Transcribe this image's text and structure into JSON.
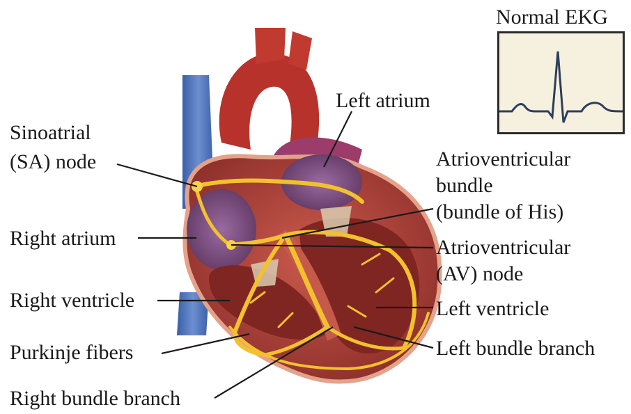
{
  "ekg": {
    "title": "Normal EKG"
  },
  "labels": {
    "left_atrium": "Left atrium",
    "sa_node_line1": "Sinoatrial",
    "sa_node_line2": "(SA) node",
    "av_bundle_line1": "Atrioventricular",
    "av_bundle_line2": "bundle",
    "av_bundle_line3": "(bundle of His)",
    "right_atrium": "Right atrium",
    "av_node_line1": "Atrioventricular",
    "av_node_line2": "(AV) node",
    "right_ventricle": "Right ventricle",
    "left_ventricle": "Left ventricle",
    "purkinje_fibers": "Purkinje fibers",
    "left_bundle_branch": "Left bundle branch",
    "right_bundle_branch": "Right bundle branch"
  },
  "colors": {
    "vein_blue": "#4a6fb5",
    "artery_red": "#c0392b",
    "muscle_red": "#a83a34",
    "chamber_purple": "#7d4a7a",
    "conduction_yellow": "#f2c12e",
    "ekg_background": "#f6f0df",
    "ekg_trace": "#2d3e5c"
  }
}
